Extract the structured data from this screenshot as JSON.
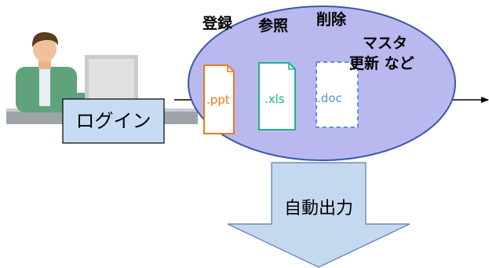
{
  "login_label": "ログイン",
  "operations": {
    "register": "登録",
    "view": "参照",
    "delete": "削除",
    "master": "マスタ",
    "update_etc": "更新 など"
  },
  "files": {
    "ppt": ".ppt",
    "xls": ".xls",
    "doc": ".doc"
  },
  "output_label": "自動出力",
  "colors": {
    "ellipse_fill": "#b9b9ef",
    "ellipse_stroke": "#3b57a8",
    "login_box_fill": "#c7dcf4",
    "arrow_fill": "#c4d8ef",
    "ppt": "#f07a1a",
    "xls": "#1db48a",
    "doc": "#5b8fd8"
  }
}
